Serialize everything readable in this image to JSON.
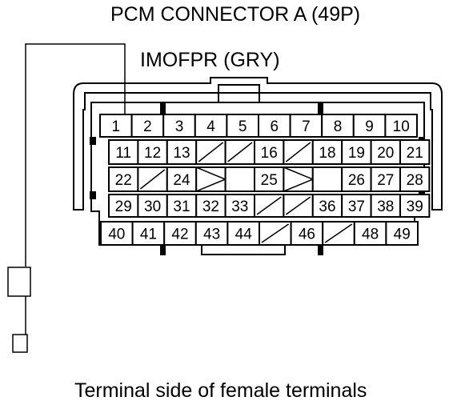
{
  "diagram": {
    "title": "PCM CONNECTOR A (49P)",
    "wire_label": "IMOFPR (GRY)",
    "caption": "Terminal side of female terminals"
  },
  "connector": {
    "rows": [
      [
        "1",
        "2",
        "3",
        "4",
        "5",
        "6",
        "7",
        "8",
        "9",
        "10"
      ],
      [
        "11",
        "12",
        "13",
        "",
        "",
        "16",
        "",
        "18",
        "19",
        "20",
        "21"
      ],
      [
        "22",
        "",
        "24",
        "",
        "",
        "25",
        "",
        "",
        "26",
        "27",
        "28"
      ],
      [
        "29",
        "30",
        "31",
        "32",
        "33",
        "",
        "",
        "36",
        "37",
        "38",
        "39"
      ],
      [
        "40",
        "41",
        "42",
        "43",
        "44",
        "",
        "46",
        "",
        "48",
        "49"
      ]
    ],
    "highlighted_terminal": "1"
  }
}
